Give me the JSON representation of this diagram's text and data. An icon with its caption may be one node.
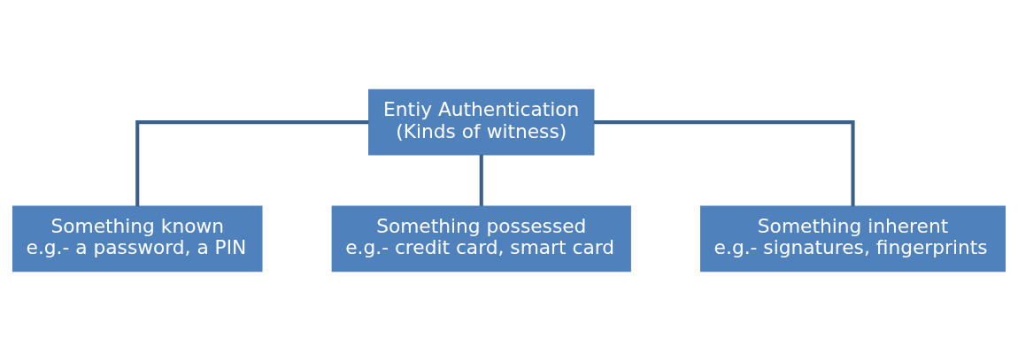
{
  "diagram": {
    "nodes": [
      {
        "text": [
          "Entiy Authentication",
          "(Kinds of witness)"
        ]
      },
      {
        "text": [
          "Something known",
          "e.g.- a password, a PIN"
        ]
      },
      {
        "text": [
          "Something possessed",
          "e.g.- credit card, smart card"
        ]
      },
      {
        "text": [
          "Something inherent",
          "e.g.- signatures, fingerprints"
        ]
      }
    ],
    "edges": [
      {
        "from": 0,
        "to": 1,
        "arrow": "none"
      },
      {
        "from": 0,
        "to": 2,
        "arrow": "none"
      },
      {
        "from": 0,
        "to": 3,
        "arrow": "none"
      }
    ]
  }
}
